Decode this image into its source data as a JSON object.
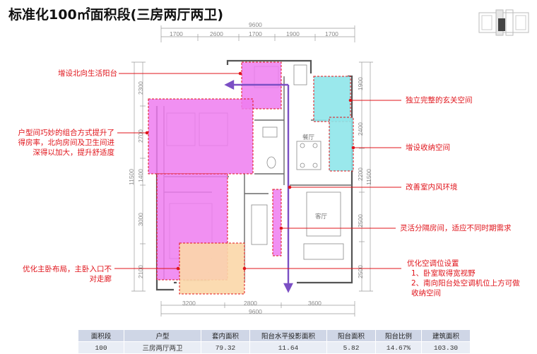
{
  "title": "标准化100㎡面积段(三房两厅两卫)",
  "dimensions": {
    "top_total": "9600",
    "top_segments": [
      "1700",
      "2600",
      "1700",
      "1900",
      "1700"
    ],
    "bottom_segments": [
      "3200",
      "2800",
      "3600"
    ],
    "bottom_total": "9600",
    "left_total": "11500",
    "left_segments": [
      "2300",
      "2700",
      "1400",
      "3000",
      "2100"
    ],
    "right_segments": [
      "1900",
      "2400",
      "2200",
      "2500",
      "2500"
    ],
    "right_total": "11500",
    "room_labels": [
      "餐厅",
      "客厅"
    ]
  },
  "annotations": {
    "north_balcony": "增设北向生活阳台",
    "combo": "户型间巧妙的组合方式提升了得房率，北向房间及卫生间进深得以加大，提升舒适度",
    "master": "优化主卧布局，主卧入口不对走廊",
    "entrance": "独立完整的玄关空间",
    "storage": "增设收纳空间",
    "ventilation": "改善室内风环境",
    "partition": "灵活分隔房间，适应不同时期需求",
    "ac_title": "优化空调位设置",
    "ac_1": "1、卧室取得宽视野",
    "ac_2": "2、南向阳台处空调机位上方可做收纳空间"
  },
  "table": {
    "headers": [
      "面积段",
      "户型",
      "套内面积",
      "阳台水平投影面积",
      "阳台面积",
      "阳台比例",
      "建筑面积"
    ],
    "row": [
      "100",
      "三房两厅两卫",
      "79.32",
      "11.64",
      "5.82",
      "14.67%",
      "103.30"
    ]
  },
  "colors": {
    "magenta": "#ee7df0",
    "cyan": "#8fe6ea",
    "orange": "#fbd7a8",
    "red": "#e0141b",
    "purple_arrow": "#7b4fc4",
    "wall": "#555555"
  }
}
